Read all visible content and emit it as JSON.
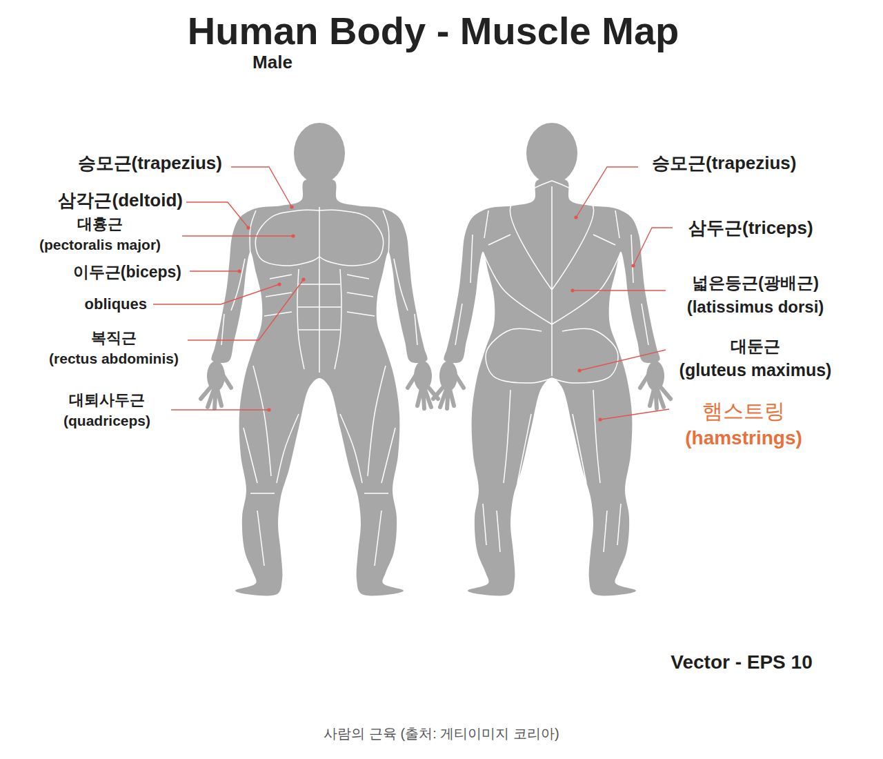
{
  "diagram": {
    "title": "Human Body - Muscle Map",
    "caption": "사람의 근육 (출처: 게티이미지 코리아)",
    "labels": [
      "Male",
      "승모근(trapezius)",
      "삼각근(deltoid)",
      "대흉근",
      "(pectoralis major)",
      "이두근(biceps)",
      "obliques",
      "복직근",
      "(rectus abdominis)",
      "대퇴사두근",
      "(quadriceps)",
      "승모근(trapezius)",
      "삼두근(triceps)",
      "넓은등근(광배근)",
      "(latissimus dorsi)",
      "대둔근",
      "(gluteus maximus)",
      "햄스트링",
      "(hamstrings)",
      "Vector - EPS 10"
    ]
  }
}
